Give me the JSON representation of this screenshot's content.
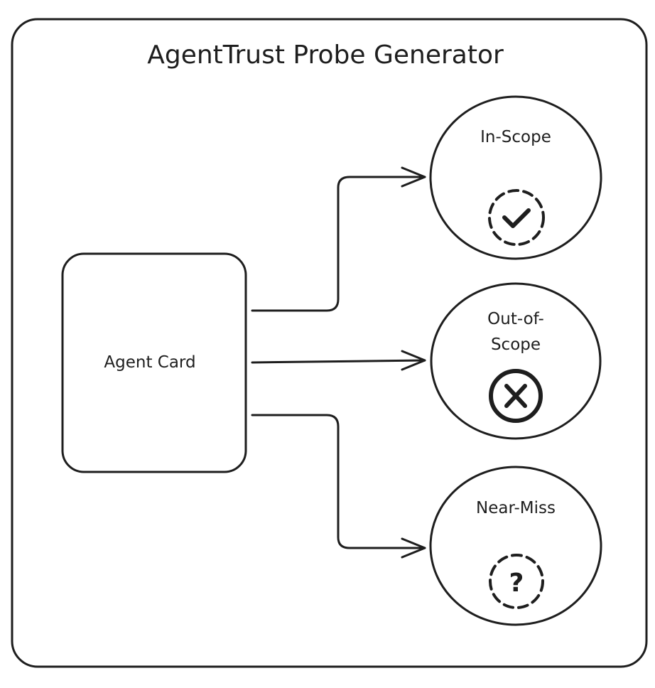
{
  "title": "AgentTrust Probe Generator",
  "source": {
    "label": "Agent Card"
  },
  "outputs": [
    {
      "id": "in-scope",
      "lines": [
        "In-Scope"
      ],
      "icon": "dashed-circle-check-icon"
    },
    {
      "id": "out-of-scope",
      "lines": [
        "Out-of-",
        "Scope"
      ],
      "icon": "circle-x-icon"
    },
    {
      "id": "near-miss",
      "lines": [
        "Near-Miss"
      ],
      "icon": "dashed-circle-question-icon"
    }
  ],
  "colors": {
    "stroke": "#1e1e1e",
    "background": "#ffffff"
  }
}
